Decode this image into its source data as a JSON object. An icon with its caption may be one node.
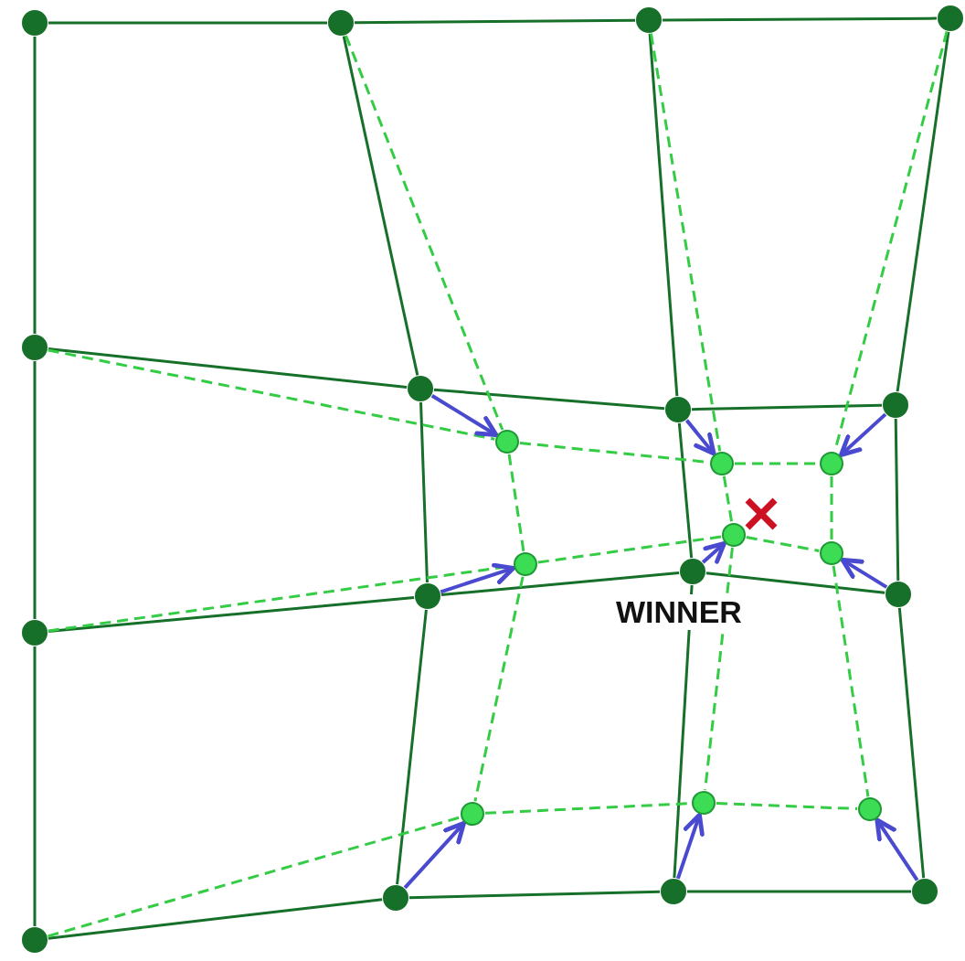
{
  "diagram": {
    "nodes": [
      {
        "text": [],
        "shape": "circle"
      },
      {
        "text": [],
        "shape": "circle"
      },
      {
        "text": [],
        "shape": "circle"
      },
      {
        "text": [],
        "shape": "circle"
      },
      {
        "text": [],
        "shape": "circle"
      },
      {
        "text": [],
        "shape": "circle"
      },
      {
        "text": [],
        "shape": "circle"
      },
      {
        "text": [],
        "shape": "circle"
      },
      {
        "text": [],
        "shape": "circle"
      },
      {
        "text": [],
        "shape": "circle"
      },
      {
        "text": [],
        "shape": "circle"
      },
      {
        "text": [],
        "shape": "circle"
      },
      {
        "text": [],
        "shape": "circle"
      },
      {
        "text": [],
        "shape": "circle"
      },
      {
        "text": [],
        "shape": "circle"
      },
      {
        "text": [],
        "shape": "circle"
      },
      {
        "text": [],
        "shape": "circle"
      },
      {
        "text": [],
        "shape": "circle"
      },
      {
        "text": [],
        "shape": "circle"
      },
      {
        "text": [],
        "shape": "circle"
      },
      {
        "text": [],
        "shape": "circle"
      },
      {
        "text": [],
        "shape": "circle"
      },
      {
        "text": [],
        "shape": "circle"
      },
      {
        "text": [],
        "shape": "circle"
      },
      {
        "text": [],
        "shape": "circle"
      }
    ],
    "edges": [
      {
        "from": 0,
        "to": 1,
        "arrow": "none"
      },
      {
        "from": 1,
        "to": 2,
        "arrow": "none"
      },
      {
        "from": 2,
        "to": 3,
        "arrow": "none"
      },
      {
        "from": 4,
        "to": 5,
        "arrow": "none"
      },
      {
        "from": 5,
        "to": 6,
        "arrow": "none"
      },
      {
        "from": 6,
        "to": 7,
        "arrow": "none"
      },
      {
        "from": 8,
        "to": 9,
        "arrow": "none"
      },
      {
        "from": 9,
        "to": 10,
        "arrow": "none"
      },
      {
        "from": 10,
        "to": 11,
        "arrow": "none"
      },
      {
        "from": 12,
        "to": 13,
        "arrow": "none"
      },
      {
        "from": 13,
        "to": 14,
        "arrow": "none"
      },
      {
        "from": 14,
        "to": 15,
        "arrow": "none"
      },
      {
        "from": 0,
        "to": 4,
        "arrow": "none"
      },
      {
        "from": 4,
        "to": 8,
        "arrow": "none"
      },
      {
        "from": 8,
        "to": 12,
        "arrow": "none"
      },
      {
        "from": 1,
        "to": 5,
        "arrow": "none"
      },
      {
        "from": 5,
        "to": 9,
        "arrow": "none"
      },
      {
        "from": 9,
        "to": 13,
        "arrow": "none"
      },
      {
        "from": 2,
        "to": 6,
        "arrow": "none"
      },
      {
        "from": 6,
        "to": 10,
        "arrow": "none"
      },
      {
        "from": 10,
        "to": 14,
        "arrow": "none"
      },
      {
        "from": 3,
        "to": 7,
        "arrow": "none"
      },
      {
        "from": 7,
        "to": 11,
        "arrow": "none"
      },
      {
        "from": 11,
        "to": 15,
        "arrow": "none"
      },
      {
        "from": 4,
        "to": 16,
        "arrow": "none",
        "style": "dashed",
        "color": "#33cc44"
      },
      {
        "from": 16,
        "to": 17,
        "arrow": "none",
        "style": "dashed",
        "color": "#33cc44"
      },
      {
        "from": 17,
        "to": 18,
        "arrow": "none",
        "style": "dashed",
        "color": "#33cc44"
      },
      {
        "from": 8,
        "to": 19,
        "arrow": "none",
        "style": "dashed",
        "color": "#33cc44"
      },
      {
        "from": 19,
        "to": 20,
        "arrow": "none",
        "style": "dashed",
        "color": "#33cc44"
      },
      {
        "from": 20,
        "to": 21,
        "arrow": "none",
        "style": "dashed",
        "color": "#33cc44"
      },
      {
        "from": 12,
        "to": 22,
        "arrow": "none",
        "style": "dashed",
        "color": "#33cc44"
      },
      {
        "from": 22,
        "to": 23,
        "arrow": "none",
        "style": "dashed",
        "color": "#33cc44"
      },
      {
        "from": 23,
        "to": 24,
        "arrow": "none",
        "style": "dashed",
        "color": "#33cc44"
      },
      {
        "from": 1,
        "to": 16,
        "arrow": "none",
        "style": "dashed",
        "color": "#33cc44"
      },
      {
        "from": 16,
        "to": 19,
        "arrow": "none",
        "style": "dashed",
        "color": "#33cc44"
      },
      {
        "from": 19,
        "to": 22,
        "arrow": "none",
        "style": "dashed",
        "color": "#33cc44"
      },
      {
        "from": 2,
        "to": 17,
        "arrow": "none",
        "style": "dashed",
        "color": "#33cc44"
      },
      {
        "from": 17,
        "to": 20,
        "arrow": "none",
        "style": "dashed",
        "color": "#33cc44"
      },
      {
        "from": 20,
        "to": 23,
        "arrow": "none",
        "style": "dashed",
        "color": "#33cc44"
      },
      {
        "from": 3,
        "to": 18,
        "arrow": "none",
        "style": "dashed",
        "color": "#33cc44"
      },
      {
        "from": 18,
        "to": 21,
        "arrow": "none",
        "style": "dashed",
        "color": "#33cc44"
      },
      {
        "from": 21,
        "to": 24,
        "arrow": "none",
        "style": "dashed",
        "color": "#33cc44"
      },
      {
        "from": 5,
        "to": 16,
        "arrow": "to",
        "color": "#4a4ad0"
      },
      {
        "from": 6,
        "to": 17,
        "arrow": "to",
        "color": "#4a4ad0"
      },
      {
        "from": 7,
        "to": 18,
        "arrow": "to",
        "color": "#4a4ad0"
      },
      {
        "from": 9,
        "to": 19,
        "arrow": "to",
        "color": "#4a4ad0"
      },
      {
        "from": 10,
        "to": 20,
        "arrow": "to",
        "color": "#4a4ad0"
      },
      {
        "from": 11,
        "to": 21,
        "arrow": "to",
        "color": "#4a4ad0"
      },
      {
        "from": 13,
        "to": 22,
        "arrow": "to",
        "color": "#4a4ad0"
      },
      {
        "from": 14,
        "to": 23,
        "arrow": "to",
        "color": "#4a4ad0"
      },
      {
        "from": 15,
        "to": 24,
        "arrow": "to",
        "color": "#4a4ad0"
      }
    ],
    "labels": [
      "WINNER"
    ]
  }
}
